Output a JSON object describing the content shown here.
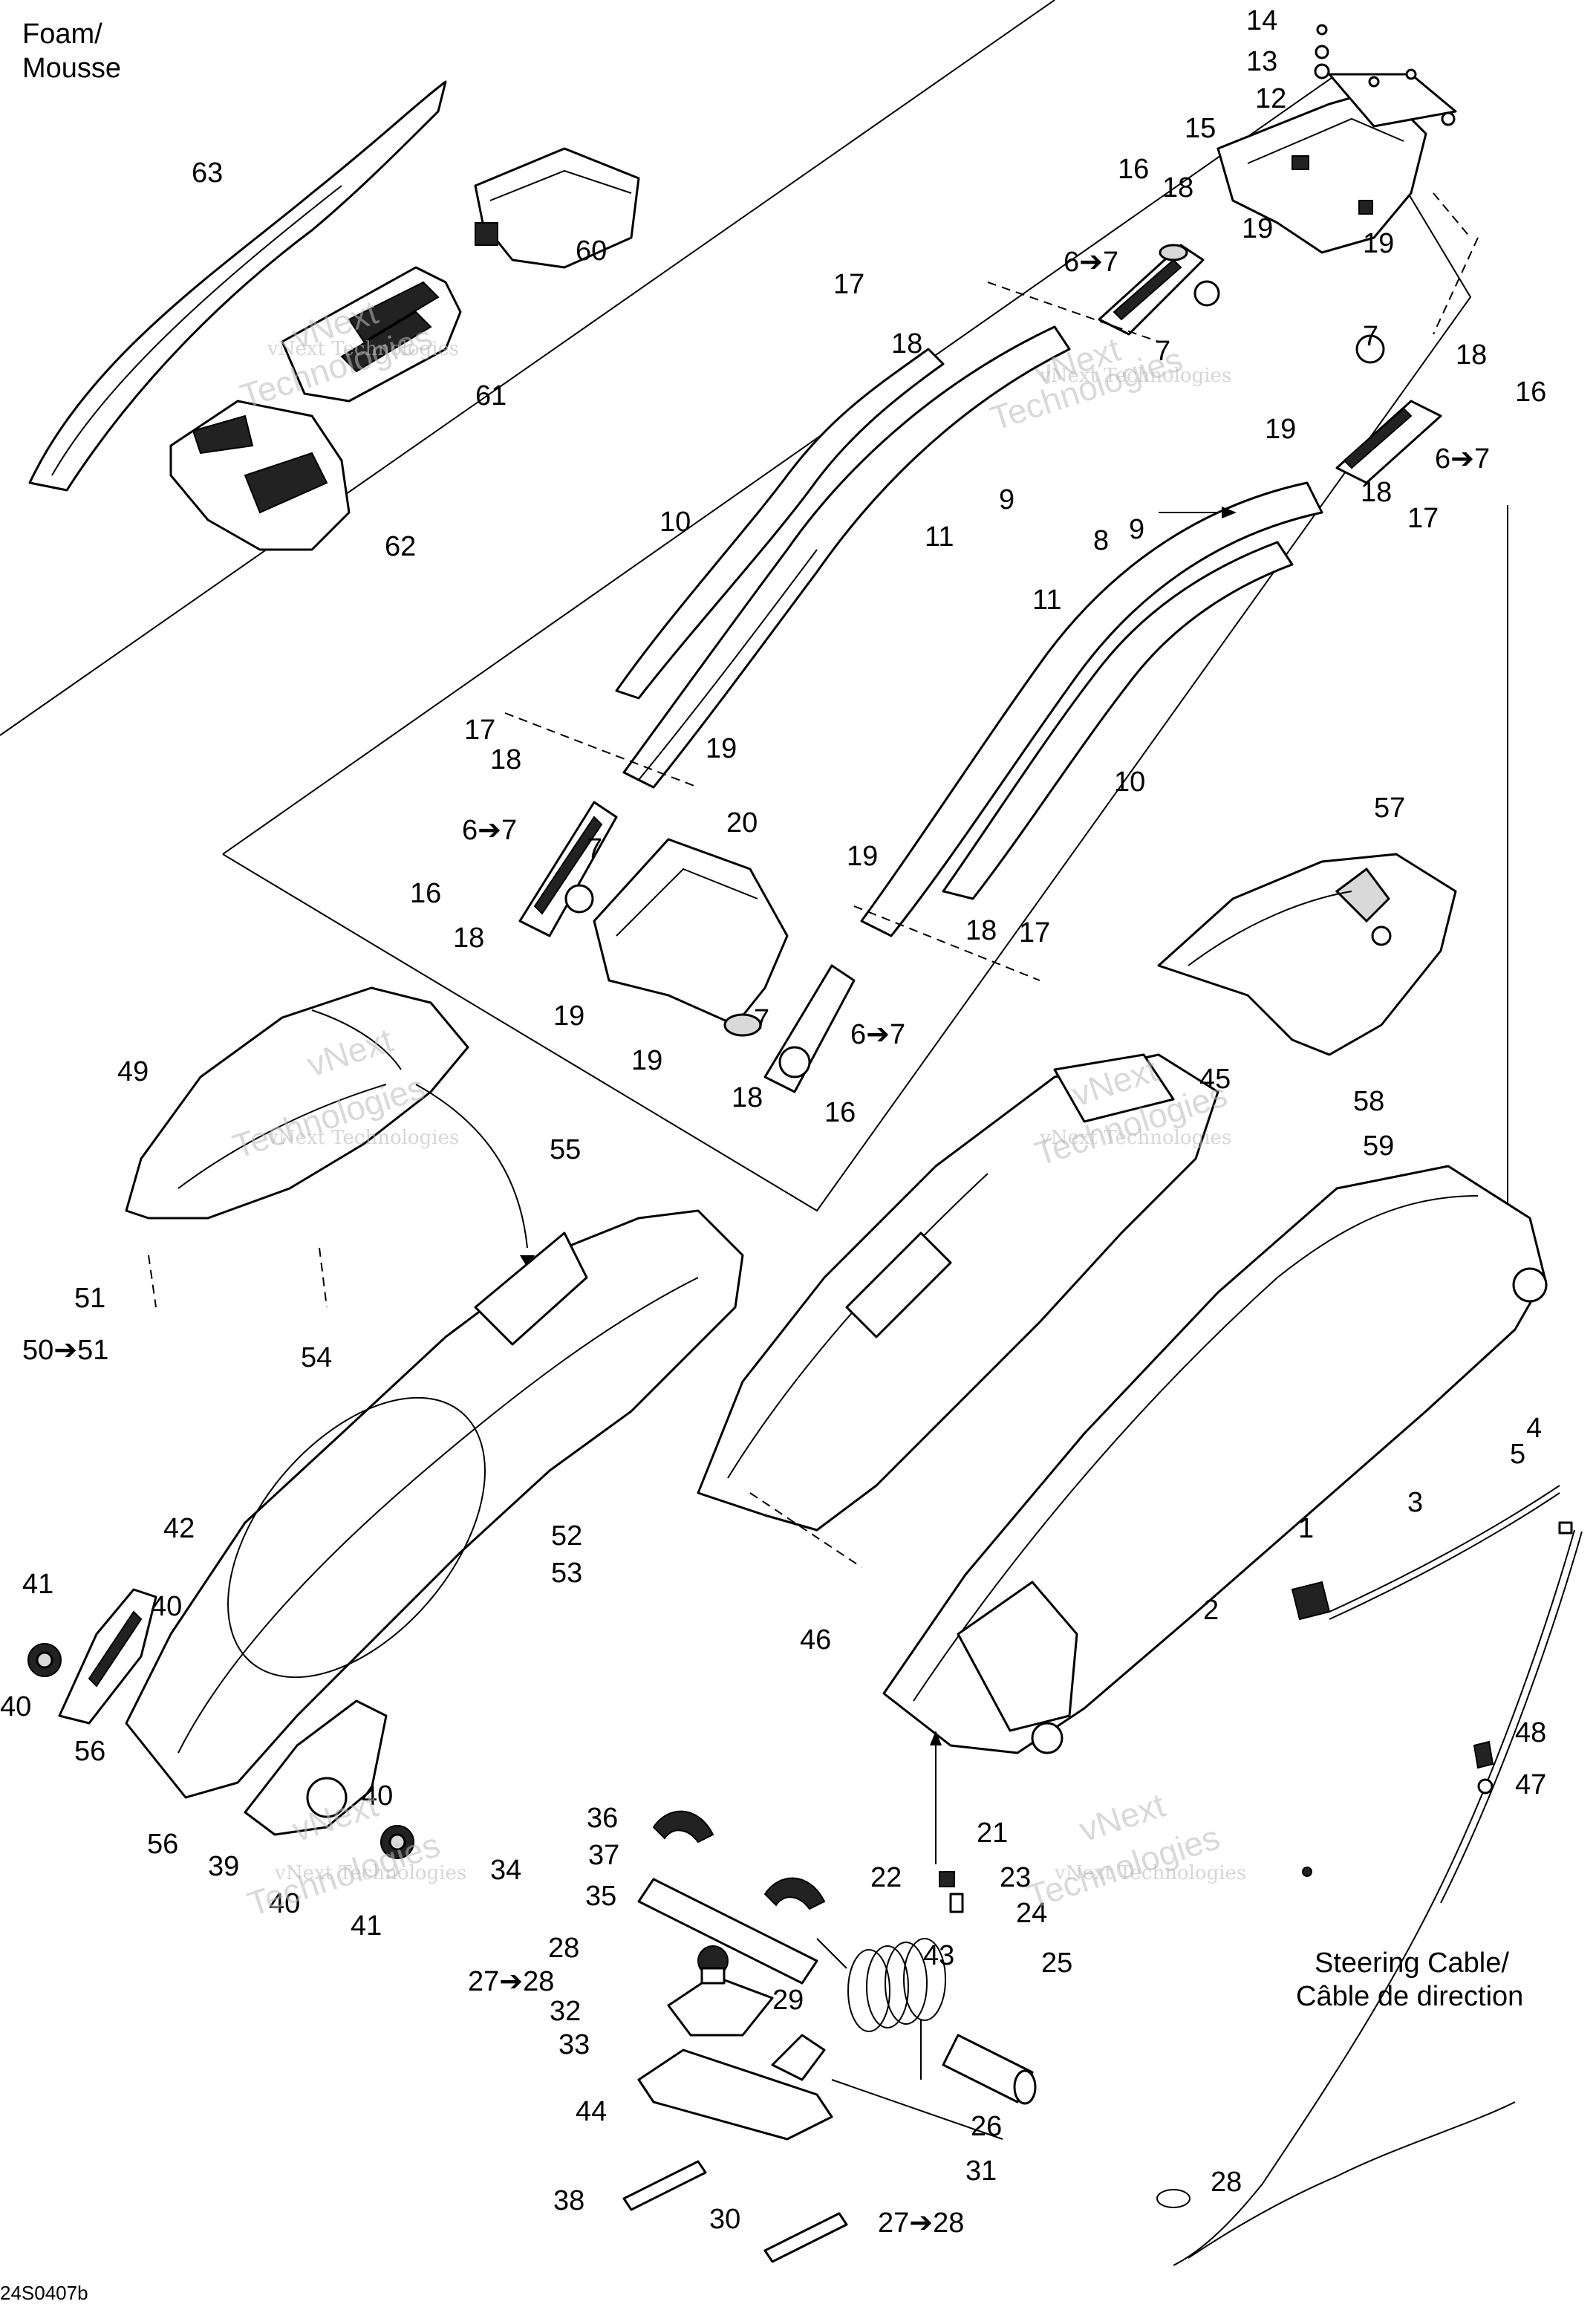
{
  "headings": {
    "foam_line1": "Foam/",
    "foam_line2": "Mousse",
    "steering_line1": "Steering Cable/",
    "steering_line2": "Câble de direction"
  },
  "drawing_code": "24S0407b",
  "watermark": {
    "brand_top": "vNext",
    "brand_bottom": "Technologies",
    "caption": "vNext Technologies"
  },
  "callouts": [
    "63",
    "60",
    "61",
    "62",
    "14",
    "13",
    "12",
    "15",
    "16",
    "18",
    "19",
    "6➔7",
    "17",
    "18",
    "19",
    "7",
    "7",
    "18",
    "16",
    "6➔7",
    "19",
    "10",
    "11",
    "9",
    "8",
    "9",
    "18",
    "17",
    "11",
    "17",
    "18",
    "19",
    "10",
    "20",
    "6➔7",
    "7",
    "16",
    "18",
    "19",
    "19",
    "7",
    "6➔7",
    "18",
    "16",
    "19",
    "18",
    "17",
    "57",
    "49",
    "55",
    "45",
    "58",
    "59",
    "51",
    "50➔51",
    "54",
    "52",
    "53",
    "46",
    "4",
    "5",
    "3",
    "1",
    "2",
    "42",
    "41",
    "40",
    "40",
    "56",
    "56",
    "39",
    "40",
    "40",
    "41",
    "36",
    "37",
    "35",
    "34",
    "22",
    "21",
    "23",
    "24",
    "25",
    "48",
    "47",
    "28",
    "27➔28",
    "29",
    "43",
    "32",
    "33",
    "44",
    "26",
    "28",
    "38",
    "30",
    "31",
    "27➔28",
    "30"
  ]
}
